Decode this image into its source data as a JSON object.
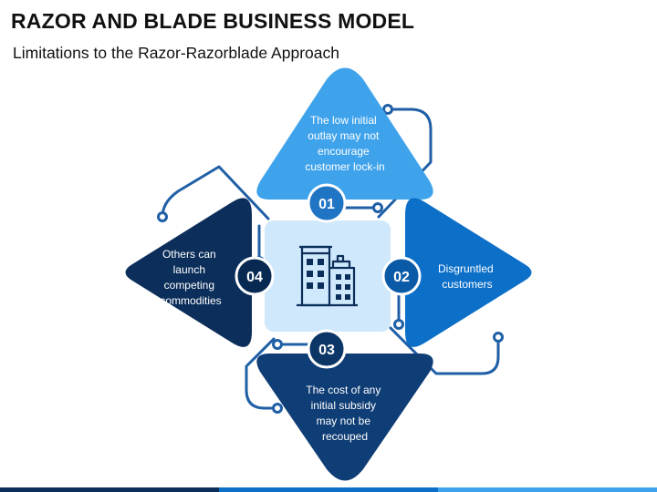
{
  "header": {
    "title": "RAZOR AND BLADE BUSINESS MODEL",
    "subtitle": "Limitations to the Razor-Razorblade Approach"
  },
  "center": {
    "icon": "building-icon"
  },
  "items": [
    {
      "number": "01",
      "lines": [
        "The low initial",
        "outlay may not",
        "encourage",
        "customer lock-in"
      ]
    },
    {
      "number": "02",
      "lines": [
        "Disgruntled",
        "customers"
      ]
    },
    {
      "number": "03",
      "lines": [
        "The cost of any",
        "initial subsidy",
        "may not be",
        "recouped"
      ]
    },
    {
      "number": "04",
      "lines": [
        "Others can",
        "launch",
        "competing",
        "commodities"
      ]
    }
  ],
  "colors": {
    "light_blue": "#3fa3ec",
    "mid_blue": "#0c6fc8",
    "dark_blue": "#0f3d75",
    "navy": "#0b2e5a",
    "center_fill": "#cfe8fb",
    "circle_01": "#1f74c4",
    "circle_02": "#0b5aa8",
    "circle_03": "#0c3666",
    "circle_04": "#082a52",
    "line": "#1f5fa6",
    "bottom_bar": [
      "#0b2e5a",
      "#0c6fc8",
      "#3fa3ec"
    ]
  }
}
